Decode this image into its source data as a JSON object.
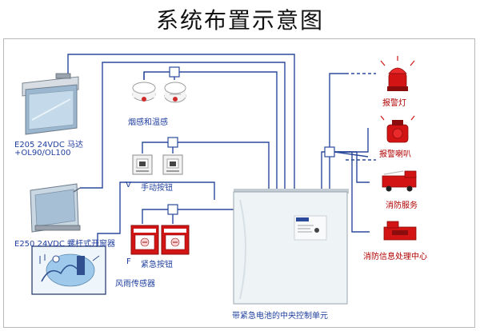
{
  "title": "系统布置示意图",
  "devices": {
    "window_motor": {
      "line1": "E205 24VDC 马达",
      "line2": "+OL90/OL100"
    },
    "window_opener": {
      "label": "E250 24VDC 螺杆式开窗器"
    },
    "smoke_heat": {
      "label": "烟感和温感"
    },
    "manual_button": {
      "label": "手动按钮",
      "marker": "V"
    },
    "emergency_button": {
      "label": "紧急按钮",
      "marker": "F"
    },
    "rain_sensor": {
      "label": "风雨传感器"
    },
    "central_unit": {
      "label": "带紧急电池的中央控制单元"
    }
  },
  "outputs": [
    {
      "label": "报警灯"
    },
    {
      "label": "报警喇叭"
    },
    {
      "label": "消防服务"
    },
    {
      "label": "消防信息处理中心"
    }
  ],
  "colors": {
    "wire": "#2b4a9c",
    "alarm_red": "#d21414",
    "panel": "#eef3f6",
    "label_red": "#b00000",
    "label_blue": "#1f3f9f"
  }
}
